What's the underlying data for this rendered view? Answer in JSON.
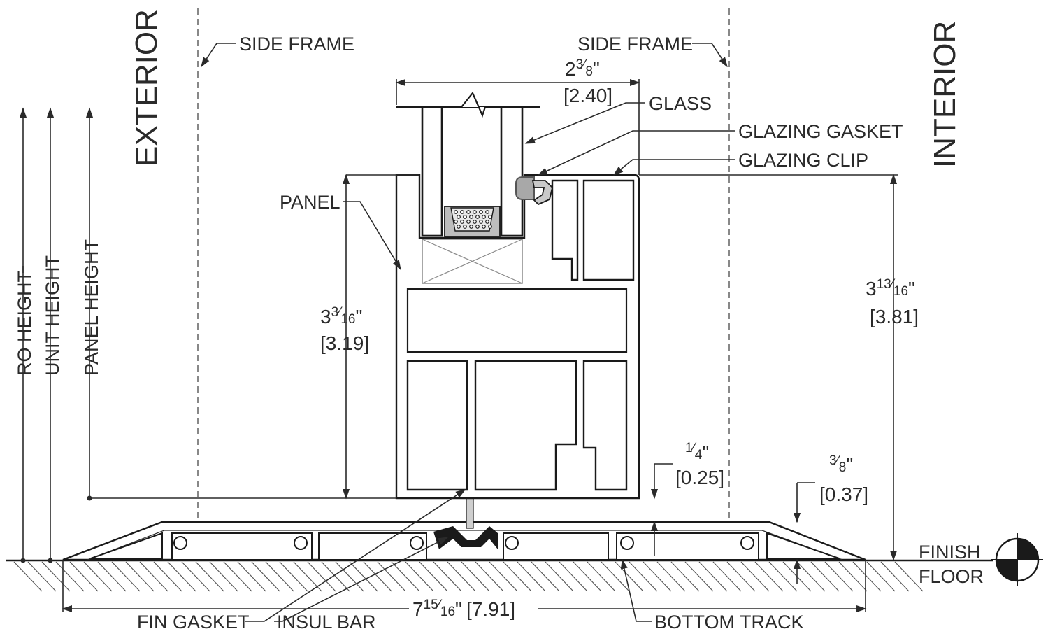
{
  "labels": {
    "exterior": "EXTERIOR",
    "interior": "INTERIOR",
    "side_frame_left": "SIDE FRAME",
    "side_frame_right": "SIDE FRAME",
    "glass": "GLASS",
    "glazing_gasket": "GLAZING GASKET",
    "glazing_clip": "GLAZING CLIP",
    "panel": "PANEL",
    "ro_height": "RO HEIGHT",
    "unit_height": "UNIT HEIGHT",
    "panel_height": "PANEL HEIGHT",
    "finish": "FINISH",
    "floor": "FLOOR",
    "fin_gasket": "FIN GASKET",
    "insul_bar": "INSUL BAR",
    "bottom_track": "BOTTOM TRACK"
  },
  "dimensions": {
    "width_top": {
      "whole": "2",
      "num": "3",
      "den": "8",
      "metric": "[2.40]"
    },
    "panel_rise": {
      "whole": "3",
      "num": "3",
      "den": "16",
      "metric": "[3.19]"
    },
    "unit_rise": {
      "whole": "3",
      "num": "13",
      "den": "16",
      "metric": "[3.81]"
    },
    "gap": {
      "whole": "",
      "num": "1",
      "den": "4",
      "metric": "[0.25]"
    },
    "track_height": {
      "whole": "",
      "num": "3",
      "den": "8",
      "metric": "[0.37]"
    },
    "track_width": {
      "whole": "7",
      "num": "15",
      "den": "16",
      "metric": "[7.91]"
    }
  },
  "inch_mark": "\""
}
